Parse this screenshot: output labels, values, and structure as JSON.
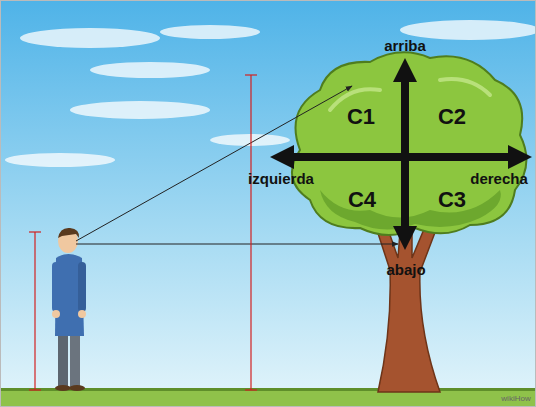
{
  "diagram": {
    "labels": [
      "arriba",
      "C1",
      "C2",
      "izquierda",
      "derecha",
      "C4",
      "C3",
      "abajo",
      "wikiHow"
    ]
  }
}
